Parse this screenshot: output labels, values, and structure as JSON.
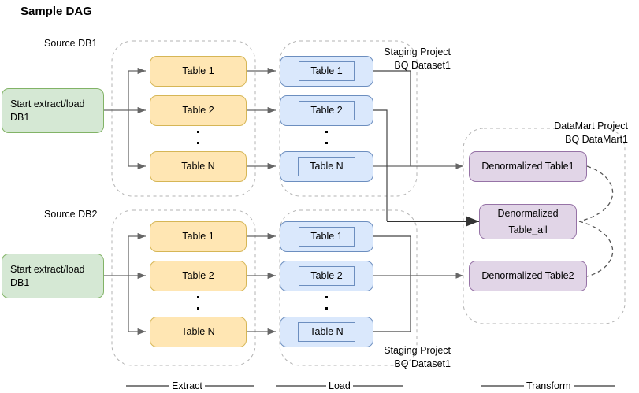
{
  "title": "Sample DAG",
  "groups": {
    "source_db1_label": "Source DB1",
    "source_db2_label": "Source DB2",
    "staging_top_label": "Staging Project\nBQ Dataset1",
    "staging_bottom_label": "Staging Project\nBQ Dataset1",
    "datamart_label": "DataMart Project\nBQ DataMart1"
  },
  "start_nodes": [
    {
      "name": "start-extract-load-db1-top",
      "text": "Start extract/load DB1"
    },
    {
      "name": "start-extract-load-db1-bottom",
      "text": "Start extract/load DB1"
    }
  ],
  "extract": {
    "top": [
      "Table 1",
      "Table 2",
      "Table N"
    ],
    "bottom": [
      "Table 1",
      "Table 2",
      "Table N"
    ]
  },
  "load": {
    "top": [
      "Table 1",
      "Table 2",
      "Table N"
    ],
    "bottom": [
      "Table 1",
      "Table 2",
      "Table N"
    ]
  },
  "transform": {
    "table1": "Denormalized Table1",
    "table_all_line1": "Denormalized",
    "table_all_line2": "Table_all",
    "table2": "Denormalized Table2"
  },
  "phases": [
    {
      "name": "phase-extract",
      "label": "Extract"
    },
    {
      "name": "phase-load",
      "label": "Load"
    },
    {
      "name": "phase-transform",
      "label": "Transform"
    }
  ],
  "colors": {
    "yellow_fill": "#FFE6B3",
    "yellow_stroke": "#D6B656",
    "blue_fill": "#DAE8FC",
    "blue_stroke": "#6C8EBF",
    "purple_fill": "#E1D5E7",
    "purple_stroke": "#9673A6",
    "green_fill": "#D5E8D4",
    "green_stroke": "#82B366",
    "edge": "#666666",
    "edge_dark": "#000000",
    "container_dash": "#B3B3B3"
  }
}
